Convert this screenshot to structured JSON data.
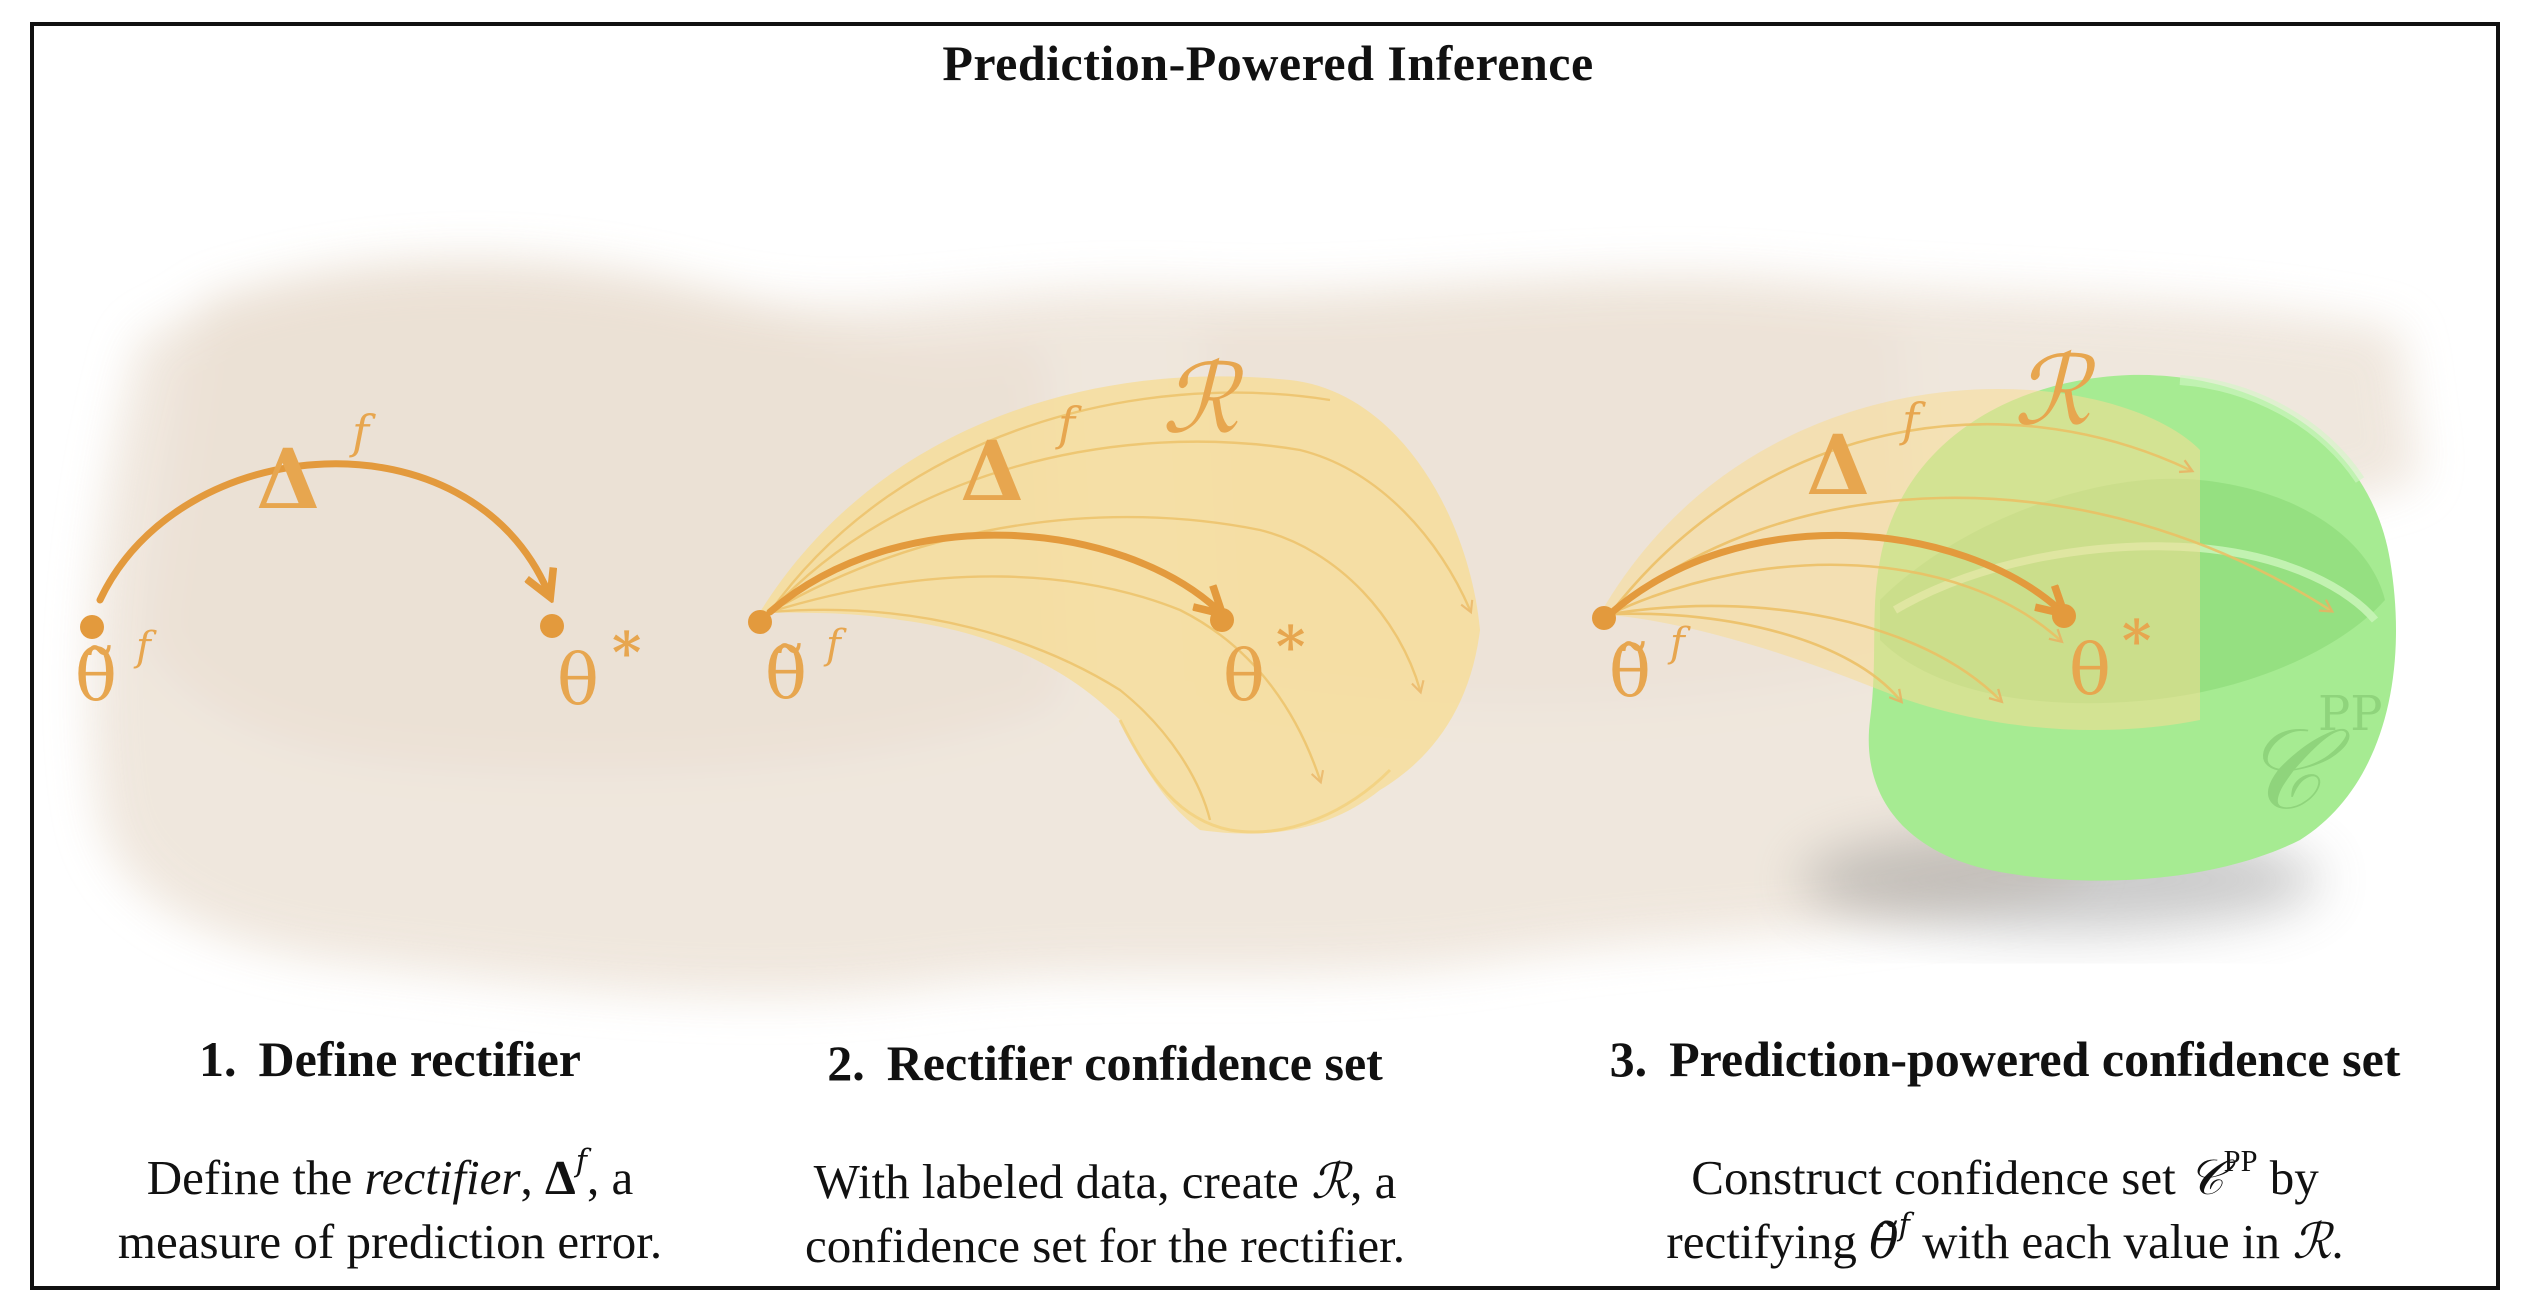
{
  "title": "Prediction-Powered Inference",
  "panels": [
    {
      "number": "1.",
      "heading": "Define rectifier",
      "description": {
        "line1_pre": "Define the ",
        "line1_italic": "rectifier",
        "line1_sep": ", ",
        "line1_symbol": "Δ",
        "line1_sup": "f",
        "line1_post": ", a",
        "line2": "measure of prediction error."
      },
      "labels": {
        "delta": "Δ",
        "delta_sup": "f",
        "theta_tilde": "θ̃",
        "theta_tilde_sup": "f",
        "theta_star": "θ",
        "theta_star_sup": "*"
      }
    },
    {
      "number": "2.",
      "heading": "Rectifier confidence set",
      "description": {
        "line1_pre": "With labeled data, create ",
        "line1_symbol": "ℛ",
        "line1_post": ", a",
        "line2": "confidence set for the rectifier."
      },
      "labels": {
        "region": "ℛ",
        "delta": "Δ",
        "delta_sup": "f",
        "theta_tilde": "θ̃",
        "theta_tilde_sup": "f",
        "theta_star": "θ",
        "theta_star_sup": "*"
      }
    },
    {
      "number": "3.",
      "heading": "Prediction-powered confidence set",
      "description": {
        "line1_pre": "Construct confidence set ",
        "line1_symbol": "𝒞",
        "line1_sup": "PP",
        "line1_post": " by",
        "line2_pre": "rectifying ",
        "line2_symbol": "θ̃",
        "line2_sup": "f",
        "line2_mid": " with each value in ",
        "line2_symbol2": "ℛ",
        "line2_post": "."
      },
      "labels": {
        "region": "ℛ",
        "delta": "Δ",
        "delta_sup": "f",
        "theta_tilde": "θ̃",
        "theta_tilde_sup": "f",
        "theta_star": "θ",
        "theta_star_sup": "*",
        "set": "𝒞",
        "set_sup": "PP"
      }
    }
  ],
  "colors": {
    "orange": "#e7a64f",
    "yellow_fill": "#f7dc93",
    "green": "#a6eb92",
    "green_dark": "#86d874",
    "background_wash": "#e9ddd1"
  }
}
